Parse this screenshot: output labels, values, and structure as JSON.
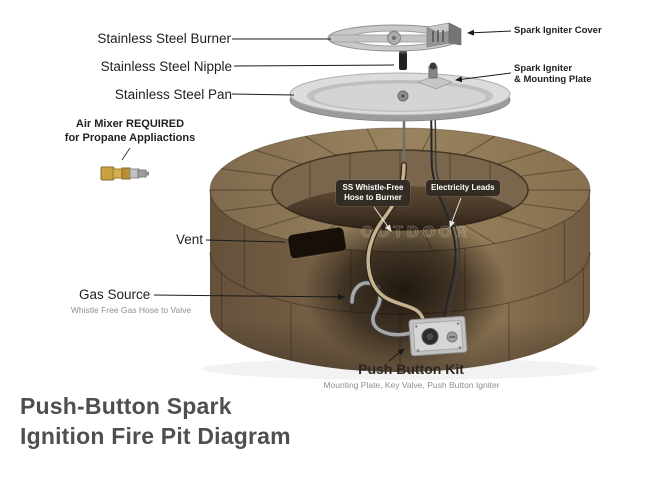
{
  "title": {
    "line1": "Push-Button Spark",
    "line2": "Ignition Fire Pit Diagram"
  },
  "callouts": {
    "burner": {
      "label": "Stainless Steel Burner"
    },
    "nipple": {
      "label": "Stainless Steel Nipple"
    },
    "pan": {
      "label": "Stainless Steel Pan"
    },
    "air_mixer": {
      "line1": "Air Mixer REQUIRED",
      "line2": "for Propane Appliactions"
    },
    "vent": {
      "label": "Vent"
    },
    "gas_source": {
      "label": "Gas Source",
      "sub": "Whistle Free Gas Hose to Valve"
    },
    "spark_igniter_cover": {
      "label": "Spark Igniter Cover"
    },
    "spark_igniter_plate": {
      "line1": "Spark Igniter",
      "line2": "& Mounting Plate"
    },
    "hose_badge": {
      "line1": "SS Whistle-Free",
      "line2": "Hose to Burner"
    },
    "electricity_badge": {
      "label": "Electricity Leads"
    },
    "push_button_kit": {
      "label": "Push Button Kit",
      "sub": "Mounting Plate, Key Valve, Push Button Igniter"
    }
  },
  "watermark": "OUTDOOR",
  "colors": {
    "title_color": "#4f4f4f",
    "label_color": "#1f1f1f",
    "sub_label_color": "#8f8f8f",
    "badge_bg": "#332c24",
    "badge_text": "#ffffff",
    "stone_light": "#96805f",
    "stone_mid": "#7b6449",
    "stone_dark": "#5c4a35",
    "metal_light": "#dcdcdc",
    "brass": "#c9a143"
  }
}
